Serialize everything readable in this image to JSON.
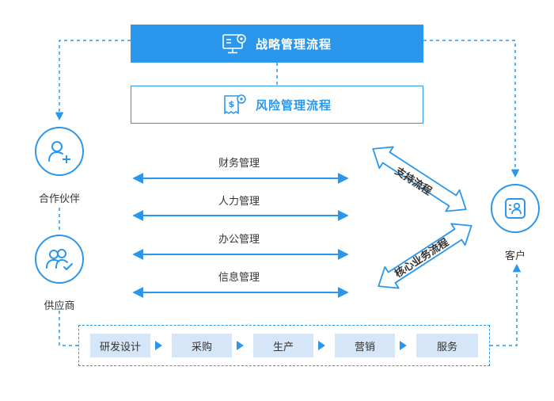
{
  "strategy_process": {
    "label": "战略管理流程",
    "icon": "monitor-gear-icon"
  },
  "risk_process": {
    "label": "风险管理流程",
    "icon": "dollar-document-icon"
  },
  "partner": {
    "label": "合作伙伴",
    "icon": "user-add-icon"
  },
  "supplier": {
    "label": "供应商",
    "icon": "users-check-icon"
  },
  "customer": {
    "label": "客户",
    "icon": "id-card-icon"
  },
  "management": [
    {
      "label": "财务管理"
    },
    {
      "label": "人力管理"
    },
    {
      "label": "办公管理"
    },
    {
      "label": "信息管理"
    }
  ],
  "support_process": {
    "label": "支持流程"
  },
  "core_process": {
    "label": "核心业务流程"
  },
  "value_chain": [
    {
      "label": "研发设计"
    },
    {
      "label": "采购"
    },
    {
      "label": "生产"
    },
    {
      "label": "营销"
    },
    {
      "label": "服务"
    }
  ],
  "colors": {
    "accent": "#2b97ec",
    "step_fill": "#d4e6f7"
  }
}
